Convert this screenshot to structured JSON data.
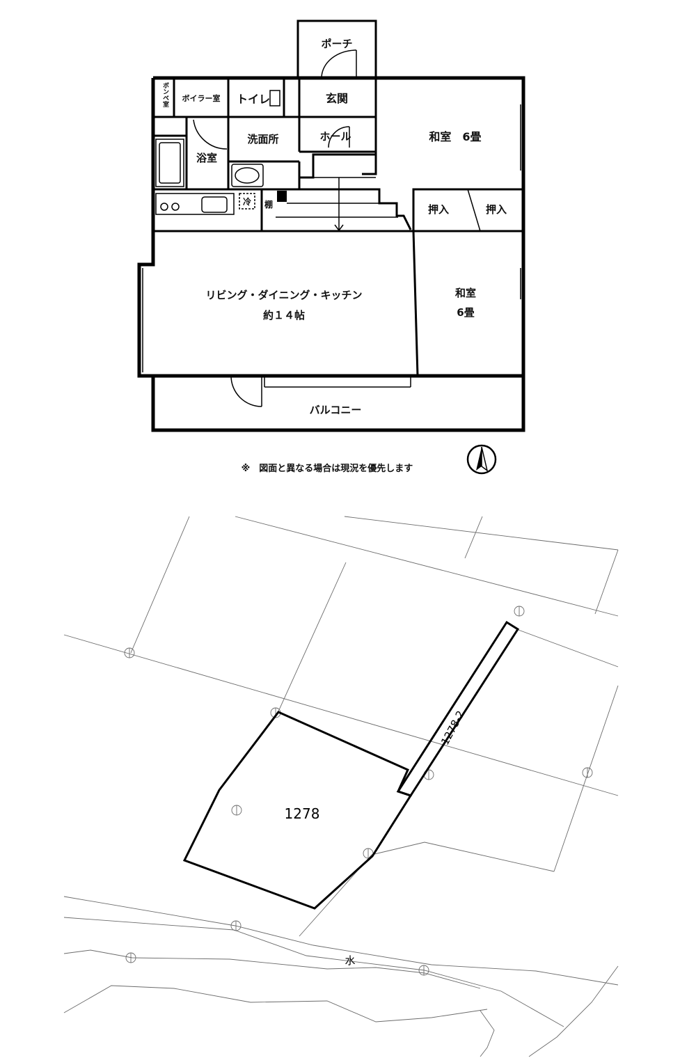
{
  "floor_plan": {
    "rooms": {
      "porch": "ポーチ",
      "gas_room": "ボンベ室",
      "boiler_room": "ボイラー室",
      "toilet": "トイレ",
      "entrance": "玄関",
      "japanese_room_1": "和室　6畳",
      "washroom": "洗面所",
      "hall": "ホール",
      "bathroom": "浴室",
      "fridge": "冷",
      "shelf": "棚",
      "closet_left": "押入",
      "closet_right": "押入",
      "ldk_name": "リビング・ダイニング・キッチン",
      "ldk_size": "約１４帖",
      "japanese_room_2_name": "和室",
      "japanese_room_2_size": "6畳",
      "balcony": "バルコニー"
    },
    "note": "※　図面と異なる場合は現況を優先します"
  },
  "site_map": {
    "main_lot": "1278",
    "strip_lot": "1278-2",
    "water_label": "水"
  }
}
